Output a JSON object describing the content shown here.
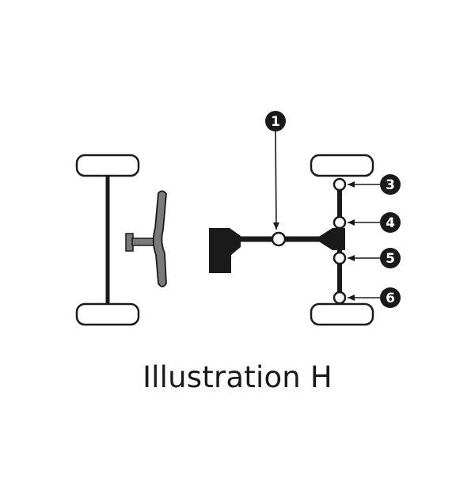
{
  "diagram": {
    "caption": "Illustration H",
    "callouts": [
      {
        "id": "1",
        "label": "1"
      },
      {
        "id": "3",
        "label": "3"
      },
      {
        "id": "4",
        "label": "4"
      },
      {
        "id": "5",
        "label": "5"
      },
      {
        "id": "6",
        "label": "6"
      }
    ]
  },
  "colors": {
    "stroke": "#1a1a1a",
    "fill_dark": "#1a1a1a",
    "fill_gray": "#7a7a7a",
    "background": "#ffffff"
  }
}
